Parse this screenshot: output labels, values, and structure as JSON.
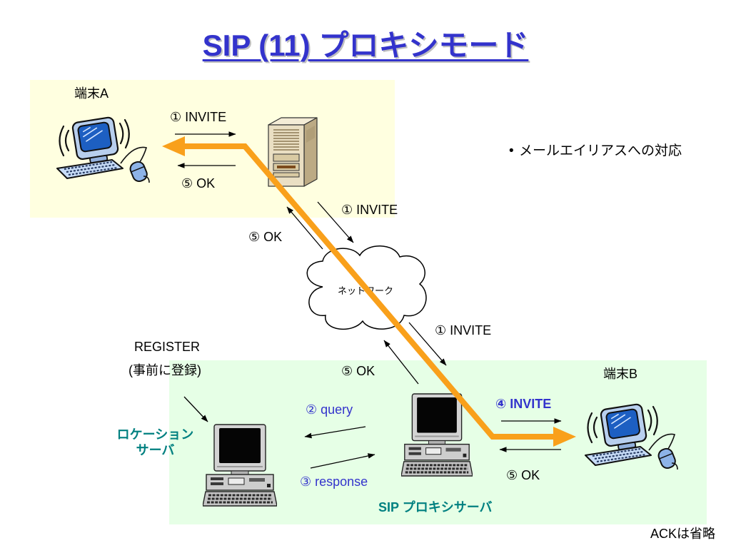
{
  "slide": {
    "title": "SIP (11) プロキシモード"
  },
  "colors": {
    "title": "#3333cc",
    "terminal_a_area": "#ffffe0",
    "terminal_b_area": "#e6ffe6",
    "signal_path": "#f9a01b",
    "blue_label": "#3333cc",
    "teal_label": "#008080",
    "arrow": "#000000"
  },
  "terminal_a": {
    "label": "端末A",
    "invite": "① INVITE",
    "ok": "⑤ OK",
    "icon": "desktop-terminal-icon"
  },
  "network": {
    "label": "ネットワーク",
    "upstream_invite": "① INVITE",
    "upstream_ok": "⑤ OK",
    "downstream_invite": "① INVITE",
    "downstream_ok": "⑤ OK",
    "server_icon": "server-tower-icon",
    "cloud_icon": "cloud-icon"
  },
  "notes": [
    "メールエイリアスへの対応"
  ],
  "register": {
    "line1": "REGISTER",
    "line2": "(事前に登録)"
  },
  "location_server": {
    "label_line1": "ロケーション",
    "label_line2": "サーバ",
    "query": "② query",
    "response": "③ response",
    "icon": "desktop-computer-icon"
  },
  "proxy_server": {
    "label": "SIP プロキシサーバ",
    "icon": "desktop-computer-icon"
  },
  "terminal_b": {
    "label": "端末B",
    "invite": "④ INVITE",
    "ok": "⑤ OK",
    "icon": "desktop-terminal-icon"
  },
  "footnote": "ACKは省略"
}
